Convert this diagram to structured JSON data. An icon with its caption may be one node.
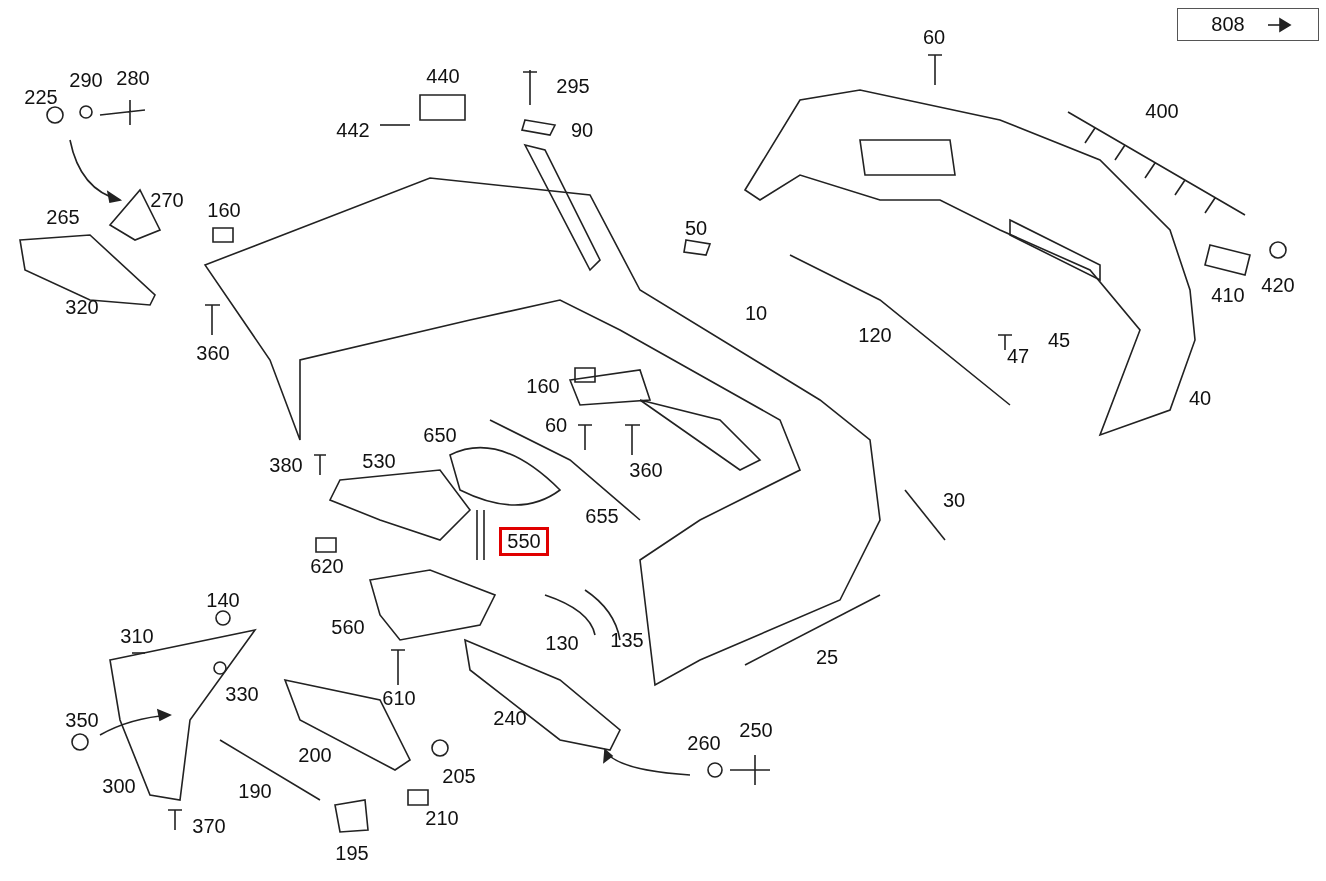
{
  "diagram": {
    "nodes": [
      {
        "text": [
          "808"
        ]
      },
      {
        "text": [
          "550"
        ]
      }
    ],
    "labels": [
      "60",
      "225",
      "290",
      "280",
      "440",
      "295",
      "400",
      "442",
      "90",
      "270",
      "265",
      "160",
      "50",
      "410",
      "420",
      "320",
      "10",
      "120",
      "47",
      "45",
      "360",
      "160",
      "40",
      "60",
      "650",
      "380",
      "530",
      "360",
      "30",
      "655",
      "620",
      "140",
      "560",
      "310",
      "130",
      "135",
      "25",
      "330",
      "610",
      "350",
      "240",
      "250",
      "200",
      "260",
      "205",
      "300",
      "190",
      "210",
      "370",
      "195"
    ]
  }
}
